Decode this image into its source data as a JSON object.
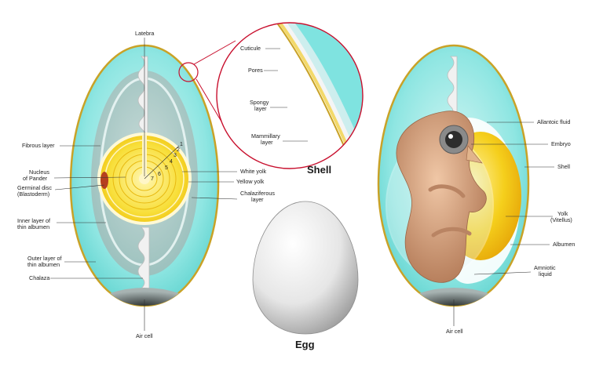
{
  "left_egg": {
    "labels": {
      "latebra": "Latebra",
      "fibrous_layer": "Fibrous layer",
      "nucleus_pander_1": "Nucleus",
      "nucleus_pander_2": "of Pander",
      "germinal_disc_1": "Germinal disc",
      "germinal_disc_2": "(Blastoderm)",
      "inner_thin_albumen_1": "Inner layer of",
      "inner_thin_albumen_2": "thin albumen",
      "outer_thin_albumen_1": "Outer layer of",
      "outer_thin_albumen_2": "thin albumen",
      "chalaza": "Chalaza",
      "air_cell": "Air cell",
      "white_yolk": "White yolk",
      "yellow_yolk": "Yellow yolk",
      "chalaziferous_1": "Chalaziferous",
      "chalaziferous_2": "layer"
    },
    "yolk_numbers": [
      "1",
      "2",
      "3",
      "4",
      "5",
      "6",
      "7"
    ]
  },
  "shell_zoom": {
    "title": "Shell",
    "labels": {
      "cuticule": "Cuticule",
      "pores": "Pores",
      "spongy_1": "Spongy",
      "spongy_2": "layer",
      "mammillary_1": "Mammillary",
      "mammillary_2": "layer"
    }
  },
  "center_egg": {
    "title": "Egg"
  },
  "right_egg": {
    "labels": {
      "allantoic_fluid": "Allantoic fluid",
      "embryo": "Embryo",
      "shell": "Shell",
      "yolk_1": "Yolk",
      "yolk_2": "(Vitellus)",
      "albumen": "Albumen",
      "amniotic_1": "Amniotic",
      "amniotic_2": "liquid",
      "air_cell": "Air cell"
    }
  },
  "colors": {
    "shell_outline": "#c9a227",
    "albumen_outer": "#7fe3e0",
    "albumen_inner": "#bfeeee",
    "yolk_yellow": "#f7d117",
    "yolk_light": "#fff4a8",
    "germinal_disc": "#b5401f",
    "zoom_circle": "#c8102e",
    "embryo_skin": "#d9a27e"
  }
}
